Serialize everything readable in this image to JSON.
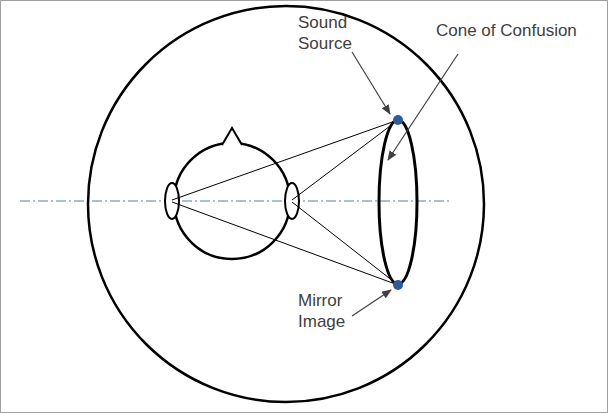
{
  "diagram": {
    "labels": [
      "Sound Source",
      "Cone of Confusion",
      "Mirror Image"
    ]
  }
}
